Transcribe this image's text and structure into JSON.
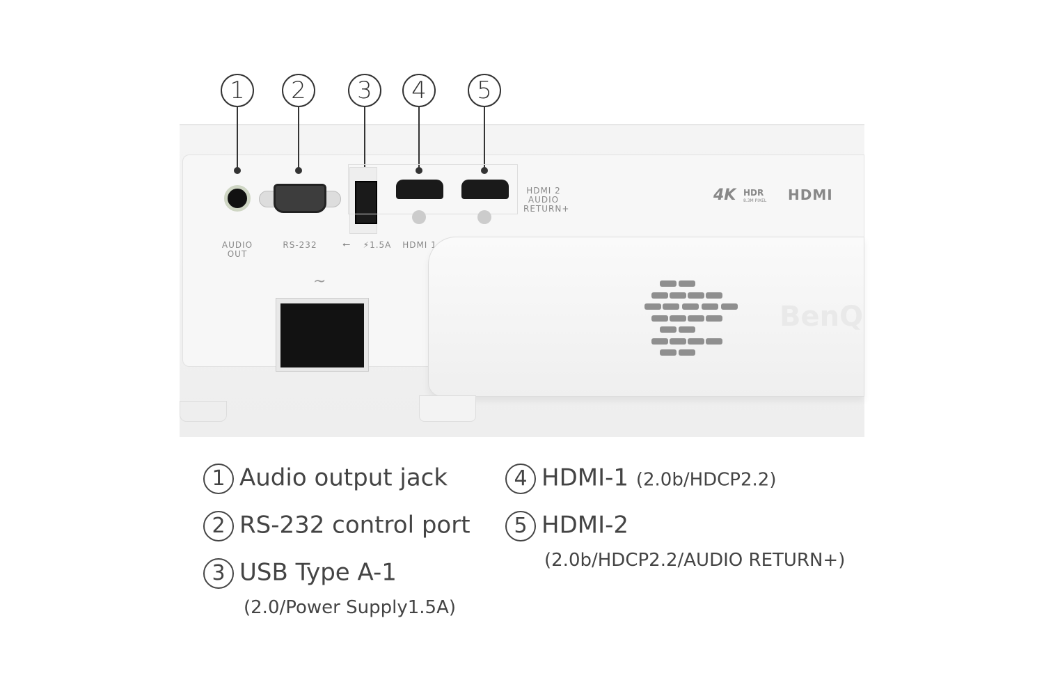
{
  "callouts": [
    "1",
    "2",
    "3",
    "4",
    "5"
  ],
  "port_labels": {
    "audio_out": "AUDIO OUT",
    "rs232": "RS-232",
    "usb": "⚡1.5A",
    "hdmi1": "HDMI 1",
    "hdmi2": "HDMI 2 AUDIO RETURN+"
  },
  "logos": {
    "k4": "4K",
    "hdr": "HDR",
    "hdr_sub": "8.3M PIXEL",
    "hdmi": "HDMI",
    "brand": "BenQ"
  },
  "ac_symbol": "~",
  "legend": [
    {
      "num": "1",
      "title": "Audio output jack",
      "detail": ""
    },
    {
      "num": "2",
      "title": "RS-232 control port",
      "detail": ""
    },
    {
      "num": "3",
      "title": "USB Type A-1",
      "detail": "(2.0/Power Supply1.5A)"
    },
    {
      "num": "4",
      "title": "HDMI-1",
      "detail": "(2.0b/HDCP2.2)"
    },
    {
      "num": "5",
      "title": "HDMI-2",
      "detail": "(2.0b/HDCP2.2/AUDIO RETURN+)"
    }
  ]
}
